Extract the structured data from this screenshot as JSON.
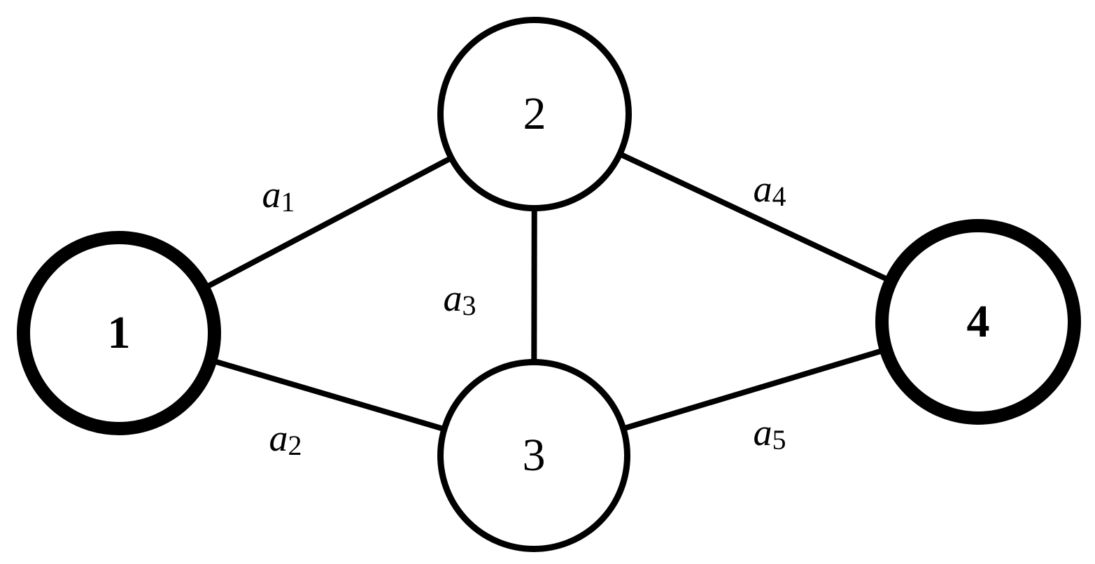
{
  "colors": {
    "ink": "#000000",
    "node_fill": "#ffffff",
    "background": "#ffffff"
  },
  "nodes": [
    {
      "id": "1",
      "label": "1",
      "border": "thick"
    },
    {
      "id": "2",
      "label": "2",
      "border": "thin"
    },
    {
      "id": "3",
      "label": "3",
      "border": "thin"
    },
    {
      "id": "4",
      "label": "4",
      "border": "thick"
    }
  ],
  "edges": [
    {
      "id": "a1",
      "label_base": "a",
      "label_sub": "1",
      "from": "1",
      "to": "2"
    },
    {
      "id": "a2",
      "label_base": "a",
      "label_sub": "2",
      "from": "1",
      "to": "3"
    },
    {
      "id": "a3",
      "label_base": "a",
      "label_sub": "3",
      "from": "2",
      "to": "3"
    },
    {
      "id": "a4",
      "label_base": "a",
      "label_sub": "4",
      "from": "2",
      "to": "4"
    },
    {
      "id": "a5",
      "label_base": "a",
      "label_sub": "5",
      "from": "3",
      "to": "4"
    }
  ]
}
